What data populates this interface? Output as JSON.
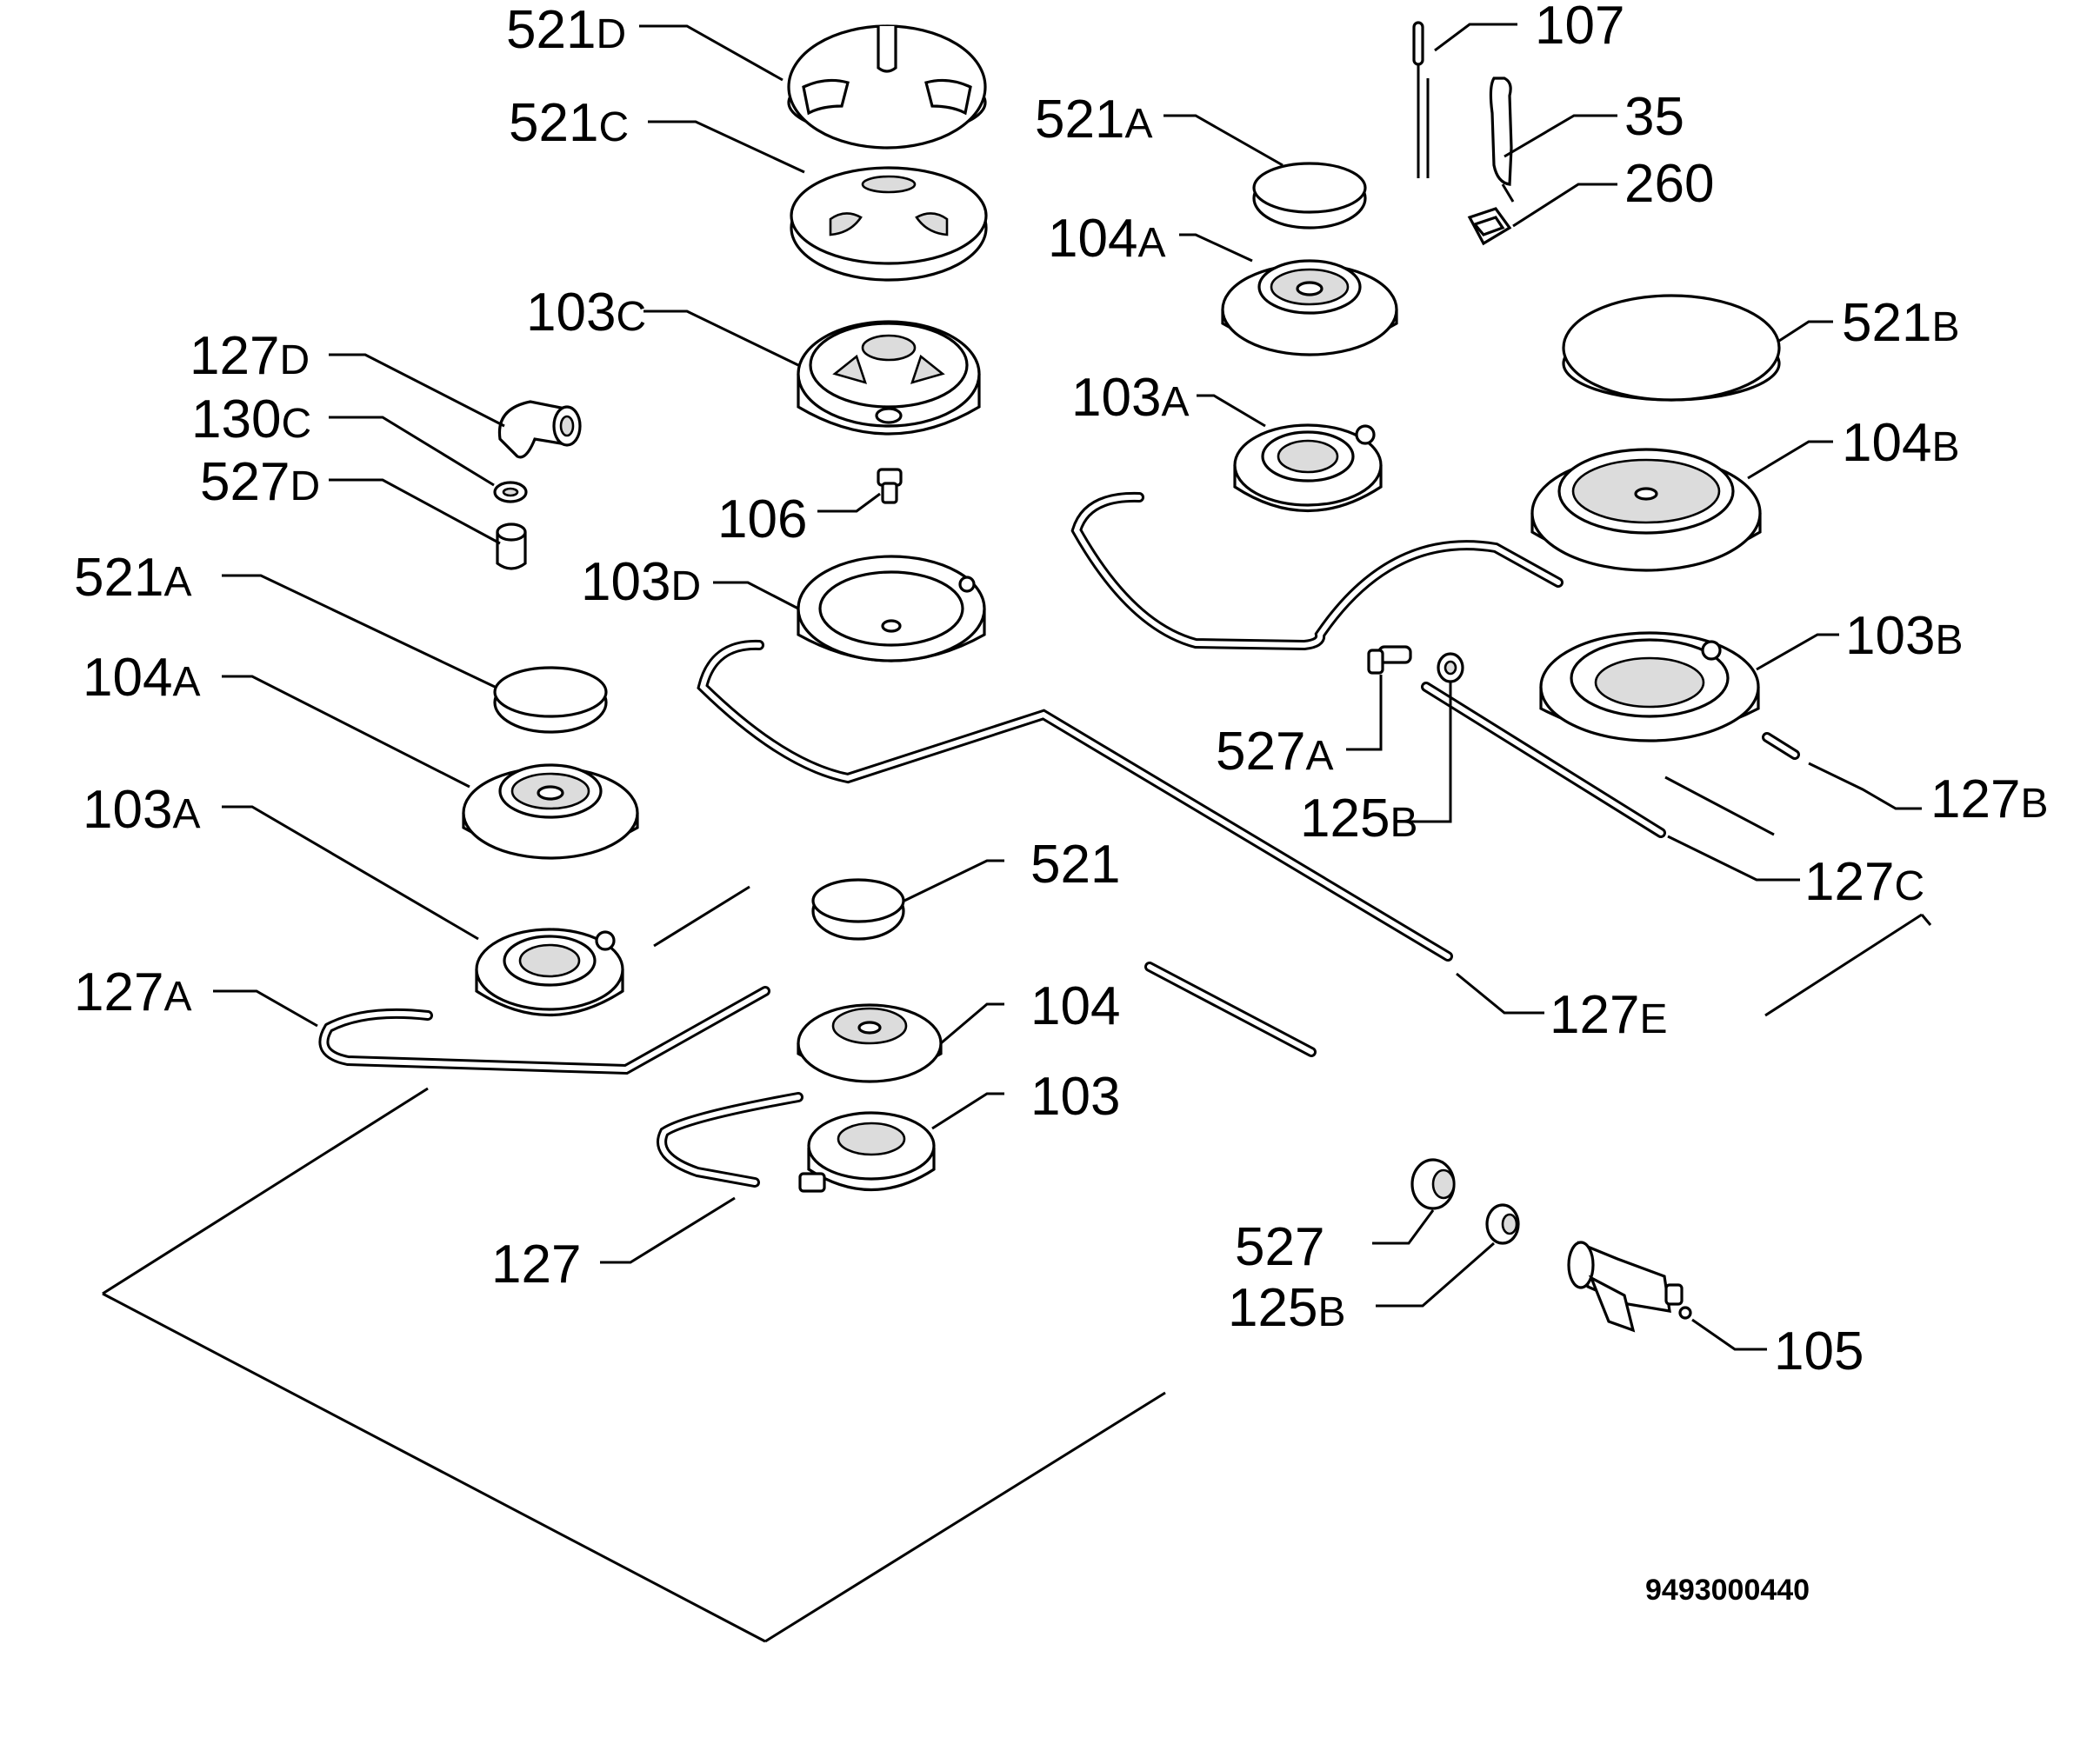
{
  "diagram": {
    "reference_code": "9493000440",
    "labels": [
      {
        "id": "l521D",
        "num": "521",
        "suf": "D"
      },
      {
        "id": "l521C",
        "num": "521",
        "suf": "C"
      },
      {
        "id": "l103C",
        "num": "103",
        "suf": "C"
      },
      {
        "id": "l127D",
        "num": "127",
        "suf": "D"
      },
      {
        "id": "l130C",
        "num": "130",
        "suf": "C"
      },
      {
        "id": "l527D",
        "num": "527",
        "suf": "D"
      },
      {
        "id": "l106",
        "num": "106",
        "suf": ""
      },
      {
        "id": "l103D",
        "num": "103",
        "suf": "D"
      },
      {
        "id": "l521A_l",
        "num": "521",
        "suf": "A"
      },
      {
        "id": "l104A_l",
        "num": "104",
        "suf": "A"
      },
      {
        "id": "l103A_l",
        "num": "103",
        "suf": "A"
      },
      {
        "id": "l127A",
        "num": "127",
        "suf": "A"
      },
      {
        "id": "l521",
        "num": "521",
        "suf": ""
      },
      {
        "id": "l104",
        "num": "104",
        "suf": ""
      },
      {
        "id": "l103",
        "num": "103",
        "suf": ""
      },
      {
        "id": "l127",
        "num": "127",
        "suf": ""
      },
      {
        "id": "l107",
        "num": "107",
        "suf": ""
      },
      {
        "id": "l35",
        "num": "35",
        "suf": ""
      },
      {
        "id": "l260",
        "num": "260",
        "suf": ""
      },
      {
        "id": "l521A_r",
        "num": "521",
        "suf": "A"
      },
      {
        "id": "l104A_r",
        "num": "104",
        "suf": "A"
      },
      {
        "id": "l103A_r",
        "num": "103",
        "suf": "A"
      },
      {
        "id": "l521B",
        "num": "521",
        "suf": "B"
      },
      {
        "id": "l104B",
        "num": "104",
        "suf": "B"
      },
      {
        "id": "l103B",
        "num": "103",
        "suf": "B"
      },
      {
        "id": "l527A",
        "num": "527",
        "suf": "A"
      },
      {
        "id": "l125B_t",
        "num": "125",
        "suf": "B"
      },
      {
        "id": "l127B",
        "num": "127",
        "suf": "B"
      },
      {
        "id": "l127C",
        "num": "127",
        "suf": "C"
      },
      {
        "id": "l127E",
        "num": "127",
        "suf": "E"
      },
      {
        "id": "l527",
        "num": "527",
        "suf": ""
      },
      {
        "id": "l125B_b",
        "num": "125",
        "suf": "B"
      },
      {
        "id": "l105",
        "num": "105",
        "suf": ""
      }
    ]
  }
}
